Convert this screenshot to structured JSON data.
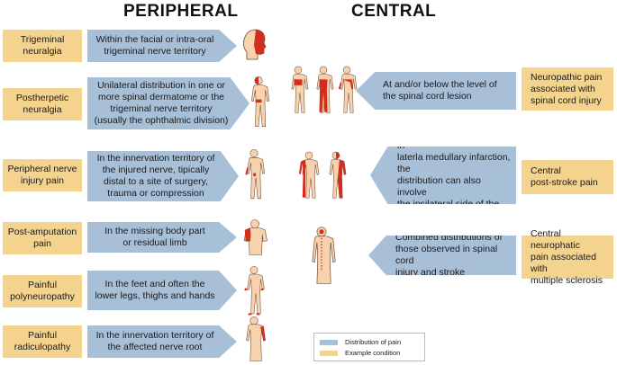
{
  "headers": {
    "peripheral": "PERIPHERAL",
    "central": "CENTRAL"
  },
  "peripheral": [
    {
      "condition": "Trigeminal\nneuralgia",
      "distribution": "Within the facial or intra-oral\ntrigeminal nerve territory"
    },
    {
      "condition": "Postherpetic\nneuralgia",
      "distribution": "Unilateral distribution in one or\nmore spinal dermatome or the\ntrigeminal nerve territory\n(usually the ophthalmic division)"
    },
    {
      "condition": "Peripheral nerve\ninjury pain",
      "distribution": "In the innervation territory of\nthe injured nerve, tipically\ndistal to a site of surgery,\ntrauma or compression"
    },
    {
      "condition": "Post-amputation\npain",
      "distribution": "In the missing body part\nor residual limb"
    },
    {
      "condition": "Painful\npolyneuropathy",
      "distribution": "In the feet and often the\nlower legs, thighs and hands"
    },
    {
      "condition": "Painful\nradiculopathy",
      "distribution": "In the innervation territory of\nthe affected nerve root"
    }
  ],
  "central": [
    {
      "condition": "Neuropathic pain\nassociated with\nspinal cord injury",
      "distribution": "At and/or below the level of\nthe spinal cord lesion"
    },
    {
      "condition": "Central\npost-stroke pain",
      "distribution": "Contralateral to the stroke: in\nlaterla medullary infarction, the\ndistribution can also involve\nthe ipsilateral side of the face"
    },
    {
      "condition": "Central neurophatic\npain associated with\nmultiple sclerosis",
      "distribution": "Combined distributions of\nthose observed in spinal cord\ninjury and stroke"
    }
  ],
  "legend": {
    "distribution": "Distribution of pain",
    "condition": "Example condition"
  },
  "colors": {
    "condition": "#f4d38f",
    "distribution": "#a8bfd8",
    "skin": "#f7d2ad",
    "outline": "#6b4a36",
    "pain": "#d22e1e"
  },
  "icons": [
    "head-profile-icon",
    "body-front-icon",
    "body-back-icon",
    "arm-icon",
    "torso-icon",
    "legs-icon"
  ]
}
